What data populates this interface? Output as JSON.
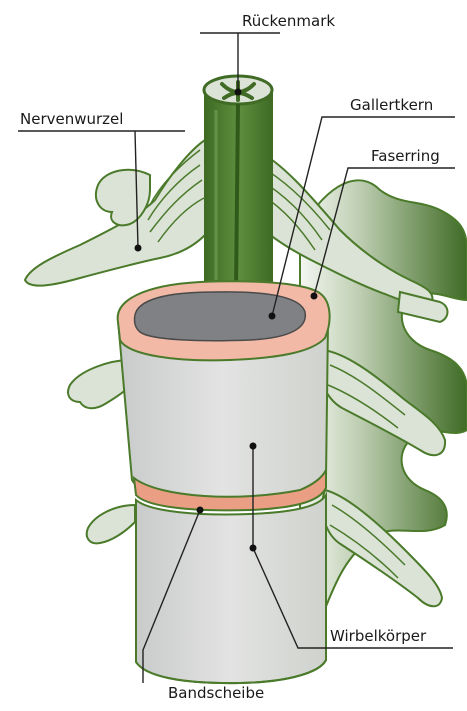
{
  "labels": {
    "spinal_cord": "Rückenmark",
    "nerve_root": "Nervenwurzel",
    "nucleus": "Gallertkern",
    "annulus": "Faserring",
    "vertebral_body": "Wirbelkörper",
    "disc": "Bandscheibe"
  },
  "colors": {
    "outline": "#4a7a2a",
    "bone_fill": "#dbe2d6",
    "vertebra_fill": "#d9dad9",
    "cord_green": "#4f7d33",
    "dark_green": "#3f6b25",
    "annulus_pink": "#f2b9a7",
    "disc_salmon": "#ea9f84",
    "nucleus_gray": "#7f8184",
    "leader_line": "#222222"
  }
}
